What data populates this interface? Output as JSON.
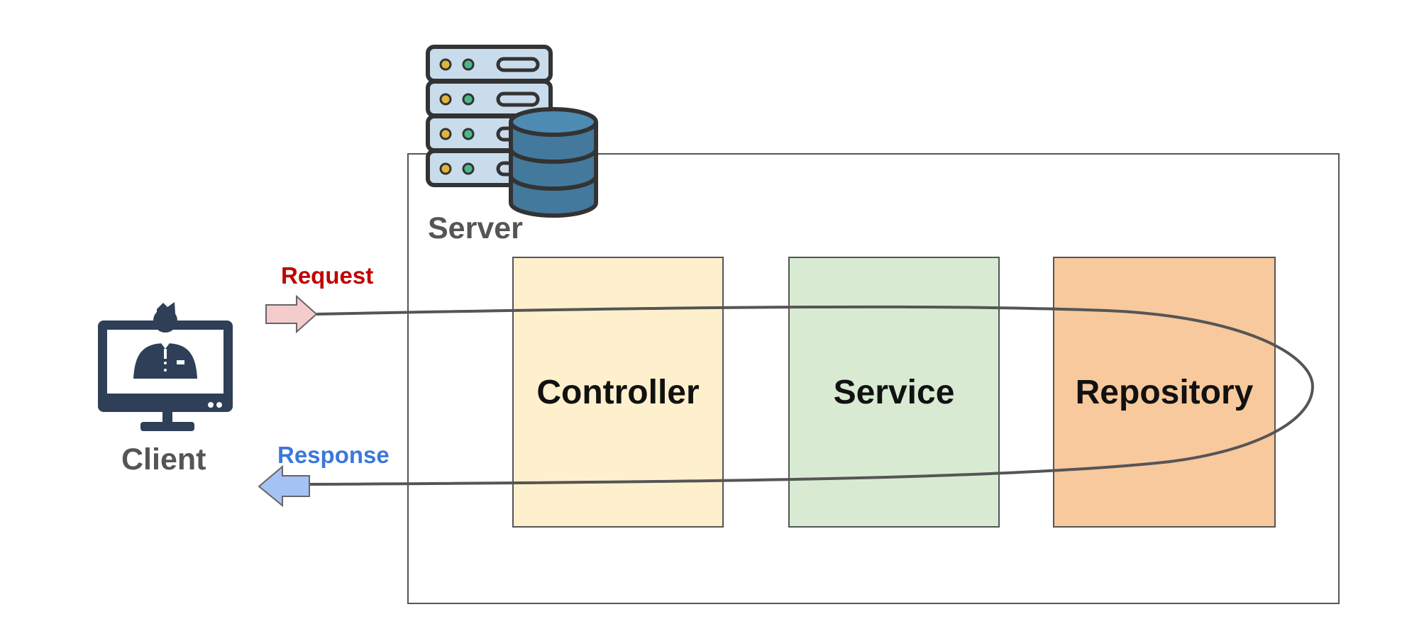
{
  "diagram": {
    "server_label": "Server",
    "client_label": "Client",
    "request_label": "Request",
    "response_label": "Response",
    "layers": [
      {
        "label": "Controller",
        "color": "#fff0cd"
      },
      {
        "label": "Service",
        "color": "#d9ead3"
      },
      {
        "label": "Repository",
        "color": "#f7c99c"
      }
    ]
  },
  "colors": {
    "request": "#c00000",
    "response": "#3c78d8",
    "request_arrow_fill": "#f4cccc",
    "response_arrow_fill": "#a4c2f4",
    "client_icon": "#2e3f57",
    "database": "#43799c",
    "server_rack": "#c9dcec"
  },
  "icons": {
    "client": "client-monitor-icon",
    "server": "server-rack-icon",
    "database": "database-icon",
    "request_arrow": "arrow-right-icon",
    "response_arrow": "arrow-left-icon"
  }
}
